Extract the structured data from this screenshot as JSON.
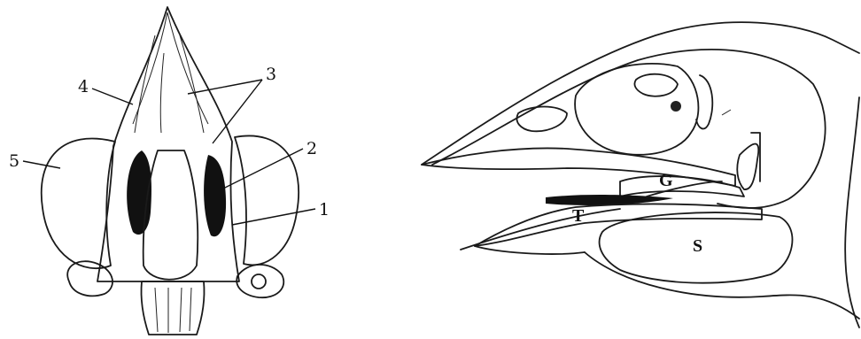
{
  "left_panel": {
    "labels": {
      "l1": "1",
      "l2": "2",
      "l3": "3",
      "l4": "4",
      "l5": "5"
    }
  },
  "right_panel": {
    "labels": {
      "g": "G",
      "t": "T",
      "s": "S"
    }
  }
}
